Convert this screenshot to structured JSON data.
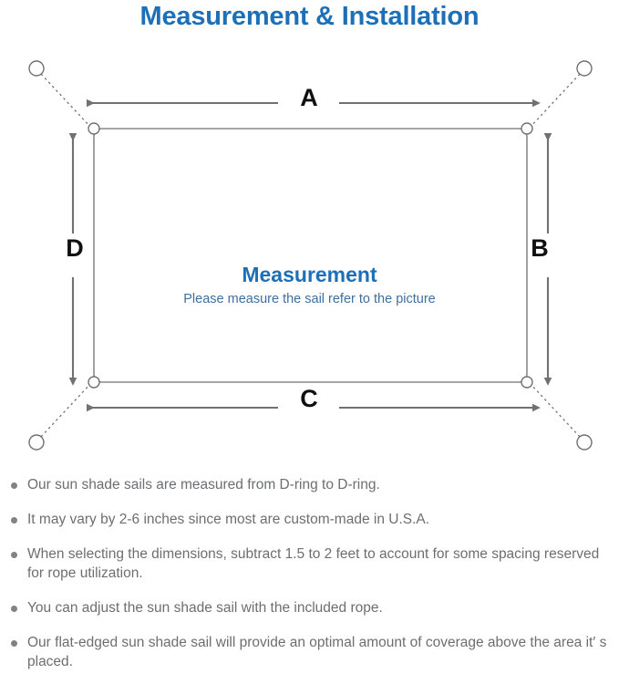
{
  "title": "Measurement & Installation",
  "diagram": {
    "center": {
      "heading": "Measurement",
      "subtitle": "Please measure the sail refer to the picture"
    },
    "dimensions": {
      "top": "A",
      "right": "B",
      "bottom": "C",
      "left": "D"
    },
    "colors": {
      "title_blue": "#1d70b7",
      "subtitle_blue": "#3f6f9e",
      "line_gray": "#6f7173",
      "sail_outline": "#6f7173",
      "text_gray": "#6d6e71",
      "letter_black": "#101010"
    },
    "icons": {
      "corner": "d-ring-icon",
      "anchor": "anchor-point-icon",
      "rope": "rope-dotted-line-icon"
    }
  },
  "notes": [
    "Our sun shade sails are measured from D-ring to D-ring.",
    "It may vary by 2-6 inches since most are custom-made in U.S.A.",
    "When selecting the dimensions, subtract 1.5 to 2 feet to account for some spacing reserved for rope utilization.",
    "You can adjust the sun shade sail with the included rope.",
    "Our flat-edged sun shade sail will provide an optimal amount of coverage above the area it′ s placed."
  ]
}
